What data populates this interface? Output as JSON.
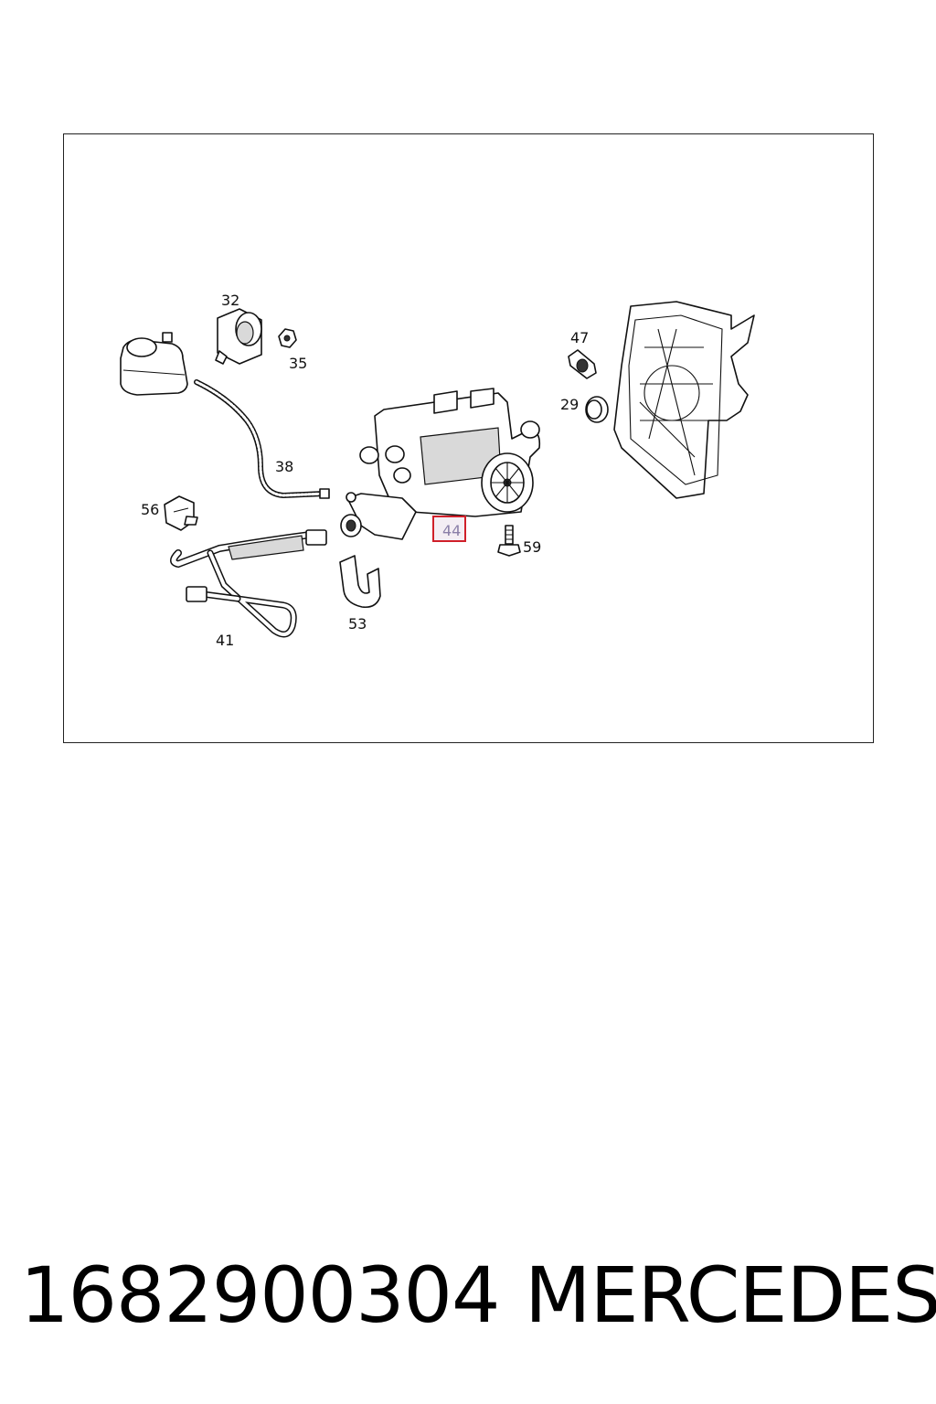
{
  "callouts": [
    {
      "id": "32",
      "label": "32"
    },
    {
      "id": "35",
      "label": "35"
    },
    {
      "id": "38",
      "label": "38"
    },
    {
      "id": "56",
      "label": "56"
    },
    {
      "id": "41",
      "label": "41"
    },
    {
      "id": "53",
      "label": "53"
    },
    {
      "id": "44",
      "label": "44",
      "highlighted": true
    },
    {
      "id": "59",
      "label": "59"
    },
    {
      "id": "47",
      "label": "47"
    },
    {
      "id": "29",
      "label": "29"
    }
  ],
  "highlight_color": "#d0202a",
  "footer": {
    "part_number": "1682900304",
    "brand": "MERCEDES"
  }
}
